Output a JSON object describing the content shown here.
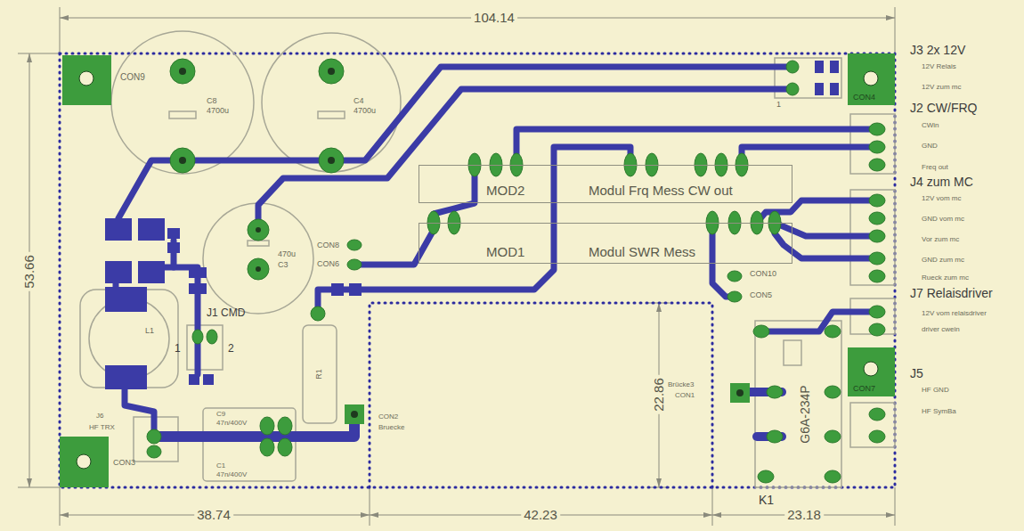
{
  "diagram": {
    "nodes": [
      {
        "text": [
          "MOD2",
          "Modul Frq Mess CW out"
        ]
      },
      {
        "text": [
          "MOD1",
          "Modul SWR Mess"
        ]
      }
    ],
    "labels": [
      "104.14",
      "53.66",
      "38.74",
      "42.23",
      "23.18",
      "22.86",
      "CON9",
      "C8",
      "4700u",
      "C4",
      "4700u",
      "CON4",
      "J3 2x 12V",
      "12V Relais",
      "12V zum mc",
      "J2 CW/FRQ",
      "CWin",
      "GND",
      "Freq out",
      "J4 zum MC",
      "12V vom mc",
      "GND vom mc",
      "Vor zum mc",
      "GND zum mc",
      "Rueck zum mc",
      "J7 Relaisdriver",
      "12V vom relaisdriver",
      "driver cwein",
      "J5",
      "HF GND",
      "HF SymBa",
      "CON8",
      "CON6",
      "CON10",
      "CON5",
      "CON7",
      "Brücke3",
      "CON1",
      "CON2",
      "Bruecke",
      "CON3",
      "J1 CMD",
      "1",
      "2",
      "J6",
      "HF TRX",
      "C9",
      "47n/400V",
      "C1",
      "47n/400V",
      "L1",
      "470u",
      "C3",
      "R1",
      "K1",
      "G6A-234P",
      "1"
    ]
  }
}
